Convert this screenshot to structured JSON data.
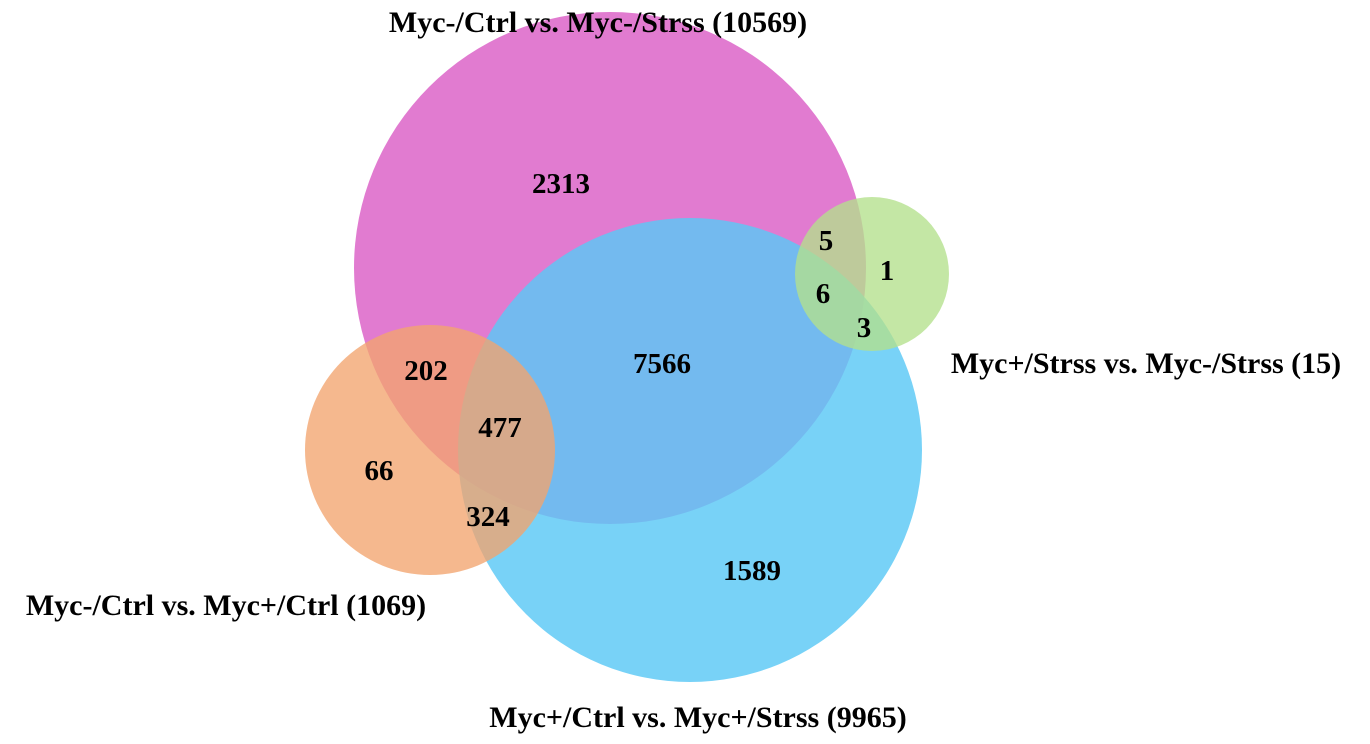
{
  "diagram": {
    "type": "venn",
    "sets": [
      {
        "id": "A",
        "label": "Myc-/Ctrl vs. Myc-/Strss (10569)",
        "color": "#dc64c8"
      },
      {
        "id": "B",
        "label": "Myc+/Ctrl vs. Myc+/Strss (9965)",
        "color": "#5ac8f5"
      },
      {
        "id": "C",
        "label": "Myc-/Ctrl vs. Myc+/Ctrl (1069)",
        "color": "#f2a46e"
      },
      {
        "id": "D",
        "label": "Myc+/Strss vs. Myc-/Strss (15)",
        "color": "#b4e08c"
      }
    ],
    "regions": {
      "A_only": "2313",
      "A_B": "7566",
      "B_only": "1589",
      "A_C": "202",
      "A_B_C": "477",
      "C_only": "66",
      "B_C": "324",
      "A_D": "5",
      "A_B_D": "6",
      "D_only": "1",
      "B_D": "3"
    }
  }
}
